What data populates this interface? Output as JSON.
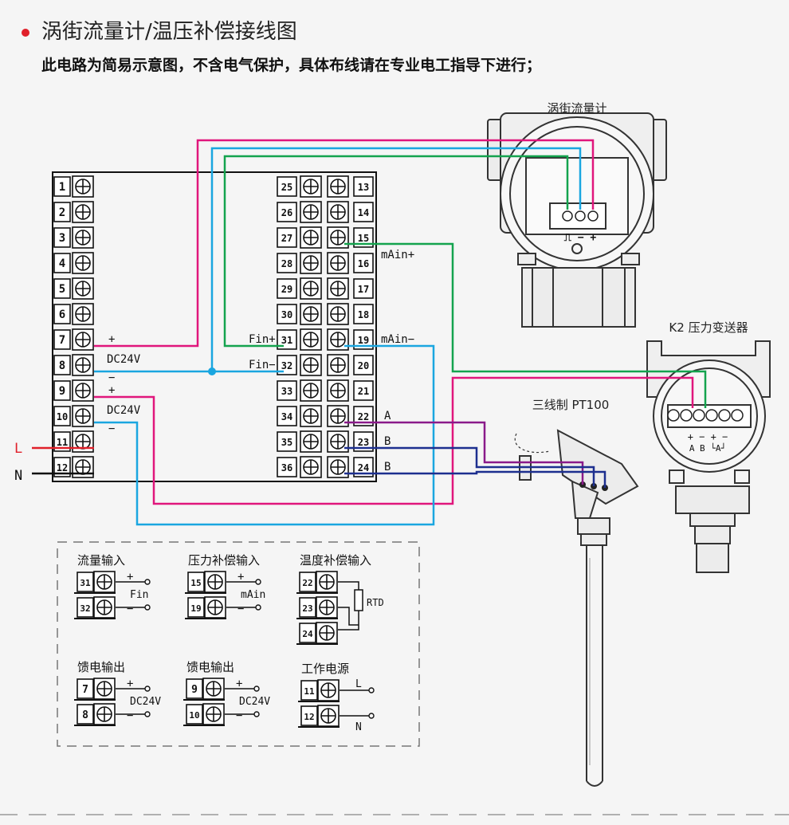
{
  "header": {
    "title": "涡街流量计/温压补偿接线图",
    "subtitle": "此电路为简易示意图，不含电气保护，具体布线请在专业电工指导下进行；"
  },
  "devices": {
    "flowmeter": "涡街流量计",
    "flowmeter_terminals": "⎍ − +",
    "pressure": "K2 压力变送器",
    "pressure_terminals": "+ − + −",
    "pressure_sub": "A  B  └A┘",
    "pt100": "三线制 PT100"
  },
  "left_terminals": [
    "1",
    "2",
    "3",
    "4",
    "5",
    "6",
    "7",
    "8",
    "9",
    "10",
    "11",
    "12"
  ],
  "mid_terminals": [
    "25",
    "26",
    "27",
    "28",
    "29",
    "30",
    "31",
    "32",
    "33",
    "34",
    "35",
    "36"
  ],
  "right_terminals": [
    "13",
    "14",
    "15",
    "16",
    "17",
    "18",
    "19",
    "20",
    "21",
    "22",
    "23",
    "24"
  ],
  "wire_labels": {
    "plus": "+",
    "minus": "−",
    "dc24v": "DC24V",
    "L": "L",
    "N": "N",
    "fin_plus": "Fin+",
    "fin_minus": "Fin−",
    "main_plus": "mAin+",
    "main_minus": "mAin−",
    "A": "A",
    "B1": "B",
    "B2": "B"
  },
  "legend": {
    "flow_input": {
      "title": "流量输入",
      "t1": "31",
      "t2": "32",
      "plus": "+",
      "minus": "−",
      "label": "Fin"
    },
    "pressure_input": {
      "title": "压力补偿输入",
      "t1": "15",
      "t2": "19",
      "plus": "+",
      "minus": "−",
      "label": "mAin"
    },
    "temp_input": {
      "title": "温度补偿输入",
      "t1": "22",
      "t2": "23",
      "t3": "24",
      "label": "RTD"
    },
    "feed1": {
      "title": "馈电输出",
      "t1": "7",
      "t2": "8",
      "plus": "+",
      "minus": "−",
      "label": "DC24V"
    },
    "feed2": {
      "title": "馈电输出",
      "t1": "9",
      "t2": "10",
      "plus": "+",
      "minus": "−",
      "label": "DC24V"
    },
    "power": {
      "title": "工作电源",
      "t1": "11",
      "t2": "12",
      "L": "L",
      "N": "N"
    }
  },
  "colors": {
    "magenta": "#e0167c",
    "cyan": "#1aa6e0",
    "green": "#14a34e",
    "purple": "#8a1a8a",
    "navy": "#1d2f8f",
    "red": "#e0202a",
    "black": "#111111"
  }
}
